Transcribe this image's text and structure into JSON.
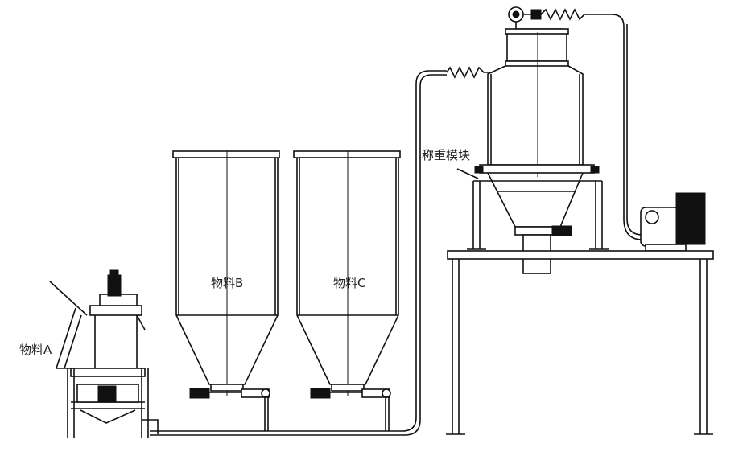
{
  "labels": {
    "material_a": "物料A",
    "material_b": "物料B",
    "material_c": "物料C",
    "weighing_module": "称重模块"
  },
  "colors": {
    "line": "#111111",
    "background": "#ffffff"
  }
}
